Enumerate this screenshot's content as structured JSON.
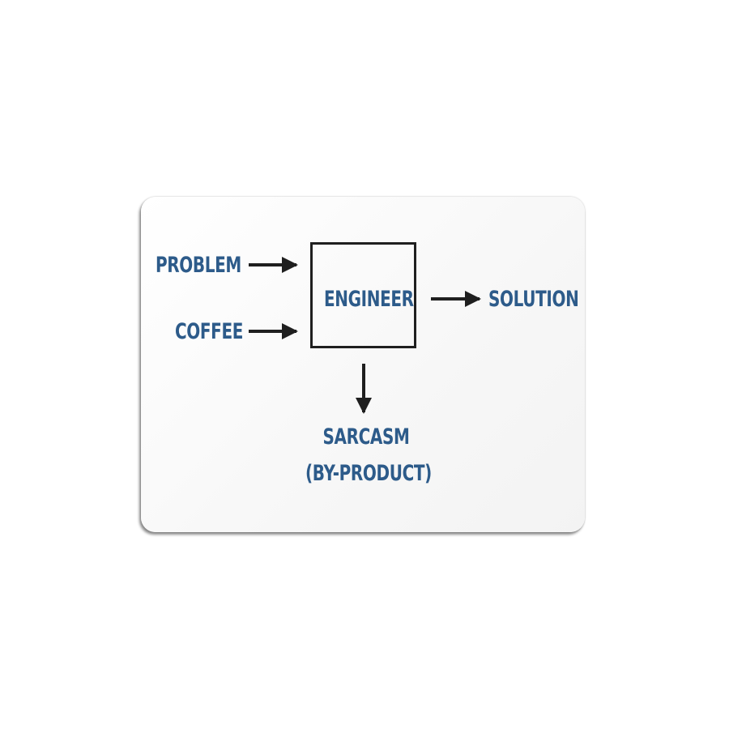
{
  "diagram": {
    "inputs": [
      "PROBLEM",
      "COFFEE"
    ],
    "process": "ENGINEER",
    "output": "SOLUTION",
    "byproduct_line1": "SARCASM",
    "byproduct_line2": "(BY-PRODUCT)"
  },
  "colors": {
    "text": "#2d5b8a",
    "lines": "#1f1f1f",
    "card": "#ffffff"
  }
}
